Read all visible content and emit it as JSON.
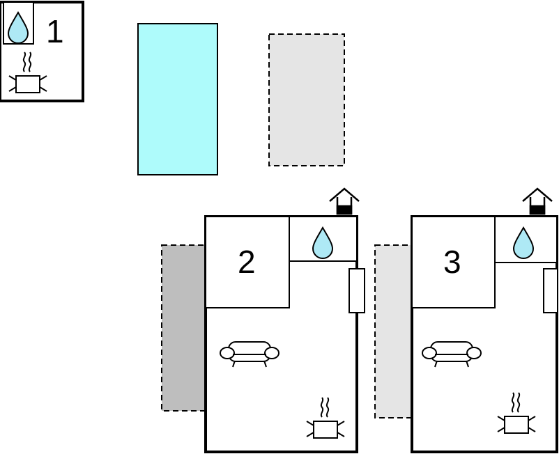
{
  "units": [
    {
      "label": "1"
    },
    {
      "label": "2"
    },
    {
      "label": "3"
    }
  ],
  "icons": {
    "bathroom": "water-drop-icon",
    "kitchen": "cooking-pot-icon",
    "living_room": "sofa-icon",
    "entrance": "house-icon",
    "radiator": "radiator-icon"
  },
  "areas": {
    "pool": "swimming-pool",
    "terrace": "terrace",
    "garden": "garden"
  },
  "colors": {
    "pool": "#aefbfb",
    "terrace_light": "#e5e5e5",
    "terrace_dark": "#bebebe",
    "water_drop": "#aee9f5",
    "outline": "#000000"
  }
}
